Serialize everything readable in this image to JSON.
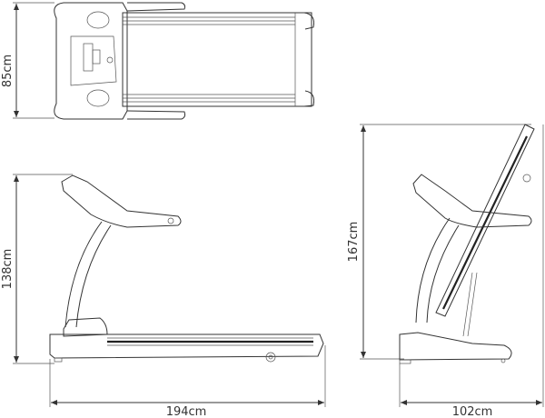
{
  "dimensions": {
    "width_top": "85cm",
    "height_unfolded": "138cm",
    "length_unfolded": "194cm",
    "height_folded": "167cm",
    "length_folded": "102cm"
  },
  "colors": {
    "line": "#333333",
    "background": "#ffffff"
  }
}
